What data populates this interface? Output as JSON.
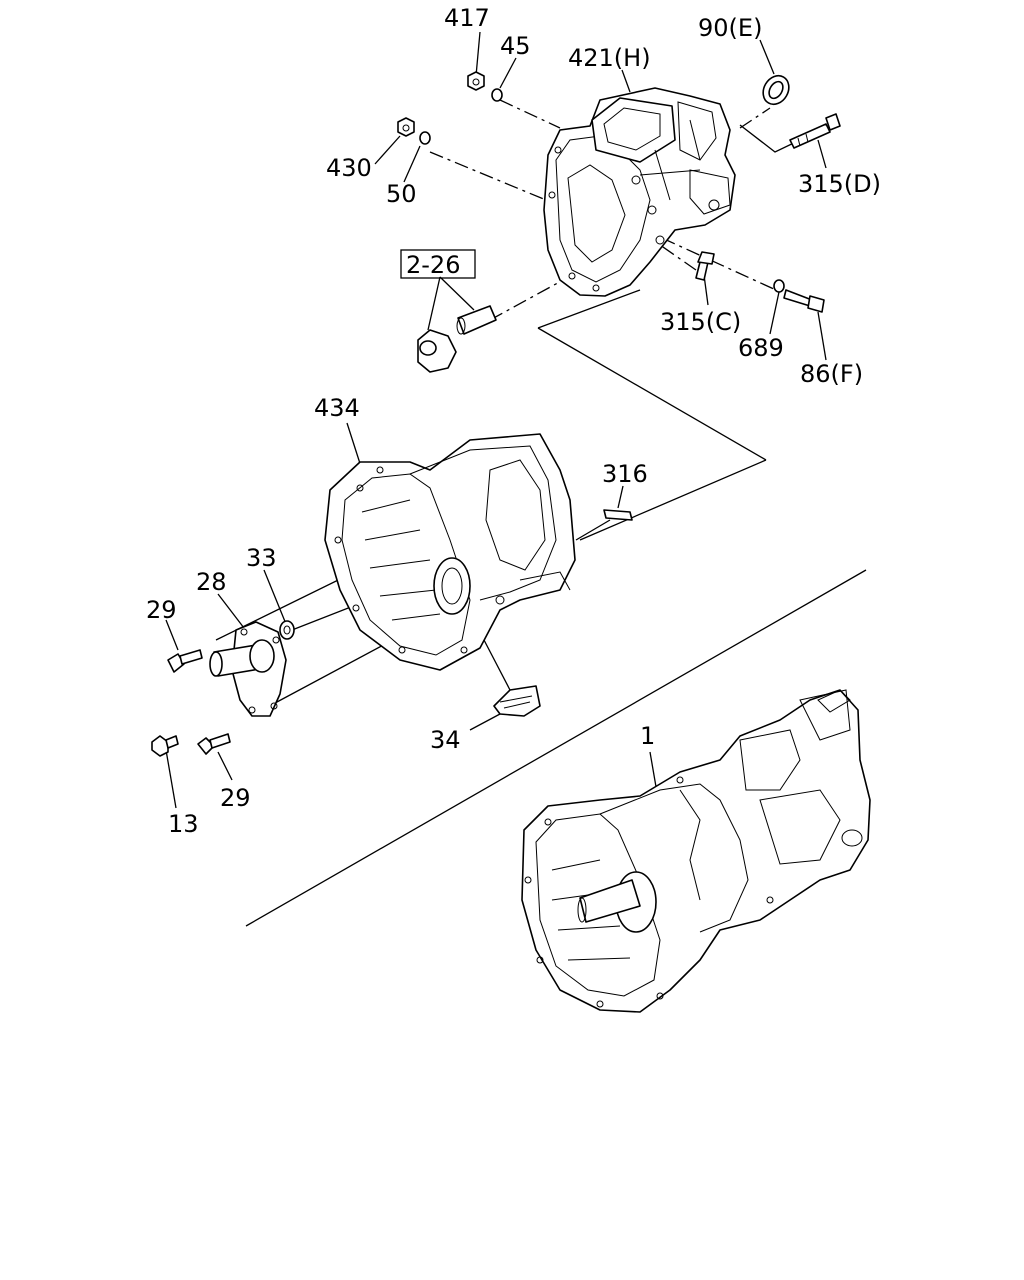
{
  "diagram": {
    "callouts": {
      "c417": "417",
      "c45": "45",
      "c421": "421(H)",
      "c90": "90(E)",
      "c430": "430",
      "c50": "50",
      "c315d": "315(D)",
      "c226": "2-26",
      "c315c": "315(C)",
      "c689": "689",
      "c86": "86(F)",
      "c434": "434",
      "c316": "316",
      "c33": "33",
      "c28": "28",
      "c29a": "29",
      "c34": "34",
      "c1": "1",
      "c13": "13",
      "c29b": "29"
    }
  }
}
